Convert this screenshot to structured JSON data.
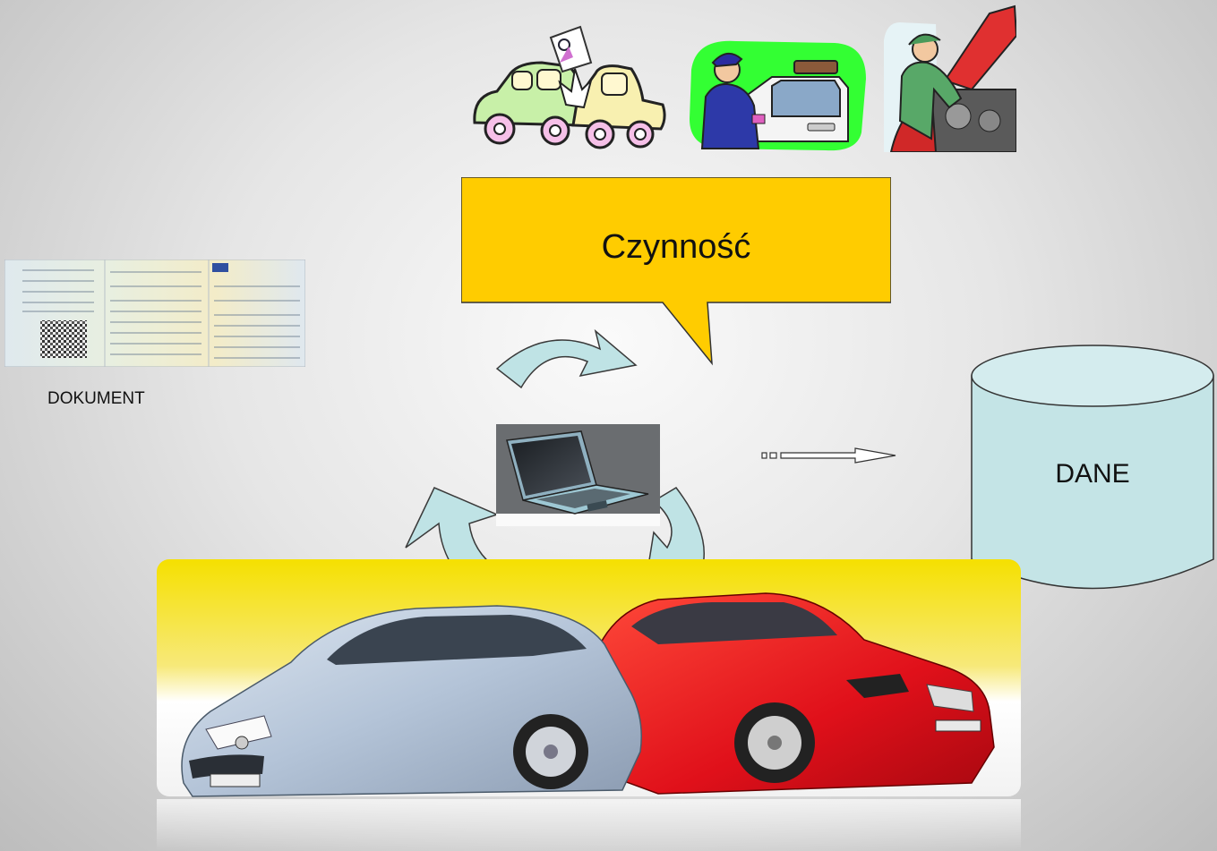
{
  "diagram": {
    "action_label": "Czynność",
    "document_label": "DOKUMENT",
    "data_label": "DANE"
  },
  "icons": {
    "top": [
      "car-crash-clipart-icon",
      "police-traffic-stop-clipart-icon",
      "mechanic-repair-clipart-icon"
    ],
    "document": "vehicle-registration-document-icon",
    "computer": "laptop-icon",
    "storage": "database-cylinder-icon",
    "banner": "cars-banner-image"
  },
  "colors": {
    "callout_fill": "#ffcc00",
    "database_fill": "#c4e4e6",
    "arrow_fill": "#bfe3e5",
    "police_background": "#33ff33"
  }
}
